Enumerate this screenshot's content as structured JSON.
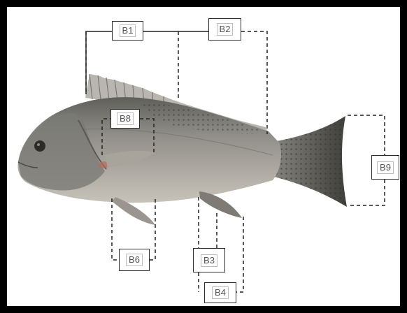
{
  "labels": {
    "b1": "B1",
    "b2": "B2",
    "b3": "B3",
    "b4": "B4",
    "b6": "B6",
    "b8": "B8",
    "b9": "B9"
  },
  "colors": {
    "frame": "#000000",
    "background": "#ffffff",
    "leader_line": "#222222",
    "fish_body": "#9b9995",
    "fish_back": "#6a6a64",
    "fish_belly": "#c9c5bd"
  }
}
